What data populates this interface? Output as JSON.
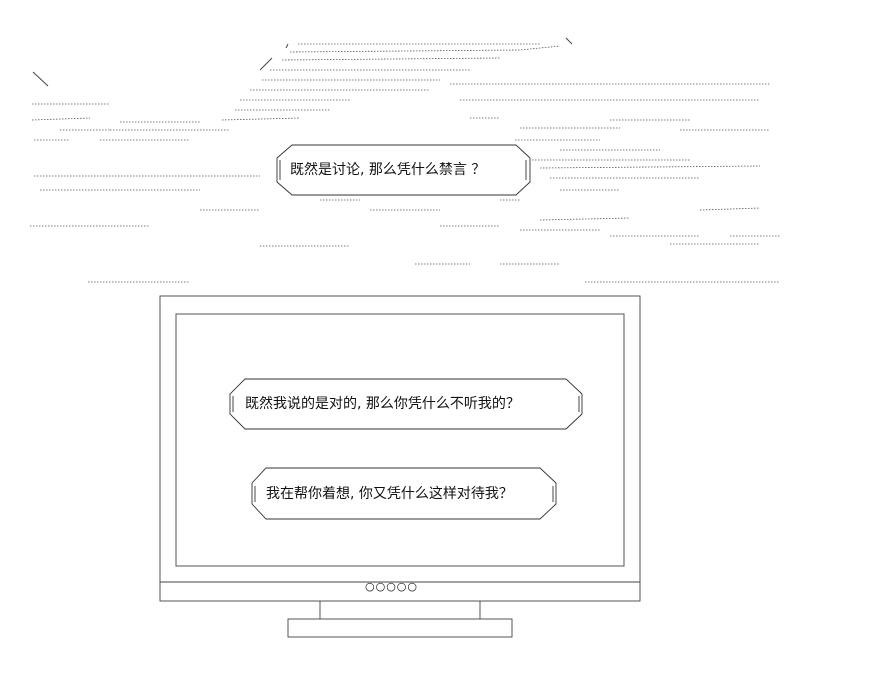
{
  "bubbles": {
    "top": "既然是讨论, 那么凭什么禁言 ？",
    "monitor_1": "既然我说的是对的, 那么你凭什么不听我的？",
    "monitor_2": "我在帮你着想, 你又凭什么这样对待我？"
  },
  "monitor": {
    "indicator_dots": "○○○○○"
  }
}
